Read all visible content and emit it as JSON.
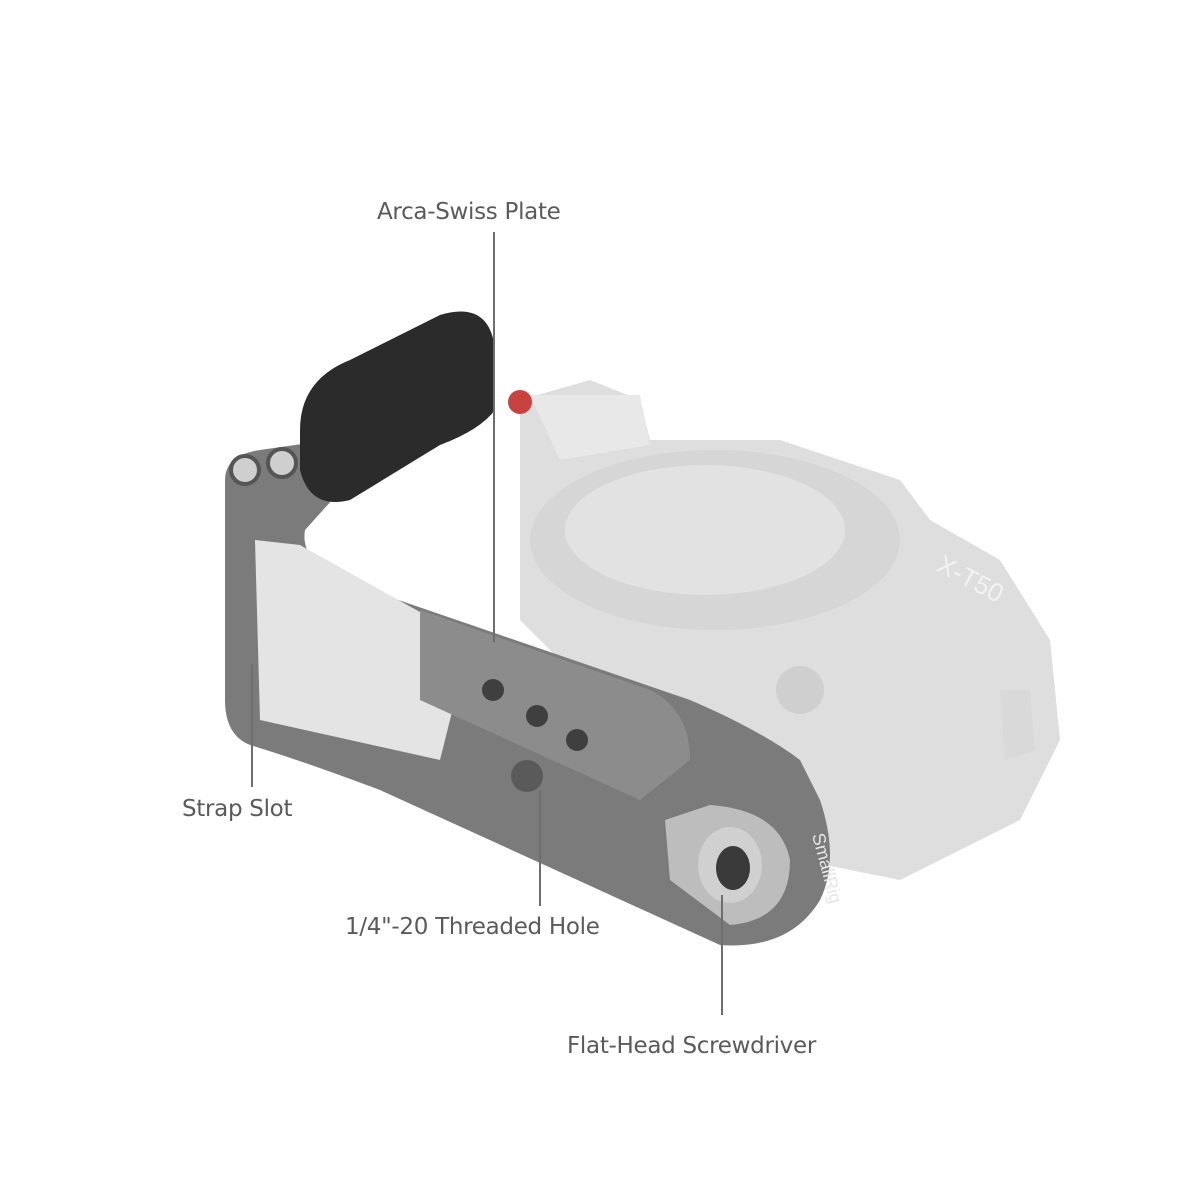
{
  "callouts": {
    "arca_swiss_plate": "Arca-Swiss Plate",
    "strap_slot": "Strap Slot",
    "threaded_hole": "1/4\"-20 Threaded Hole",
    "screwdriver": "Flat-Head Screwdriver"
  },
  "product": {
    "brand_logo": "SmallRig",
    "camera_badge": "X-T50"
  },
  "colors": {
    "cage": "#7b7b7b",
    "camera": "#dcdcdc",
    "grip": "#2b2b2b",
    "label": "#5a5a5a",
    "accent_red": "#c9423f"
  }
}
